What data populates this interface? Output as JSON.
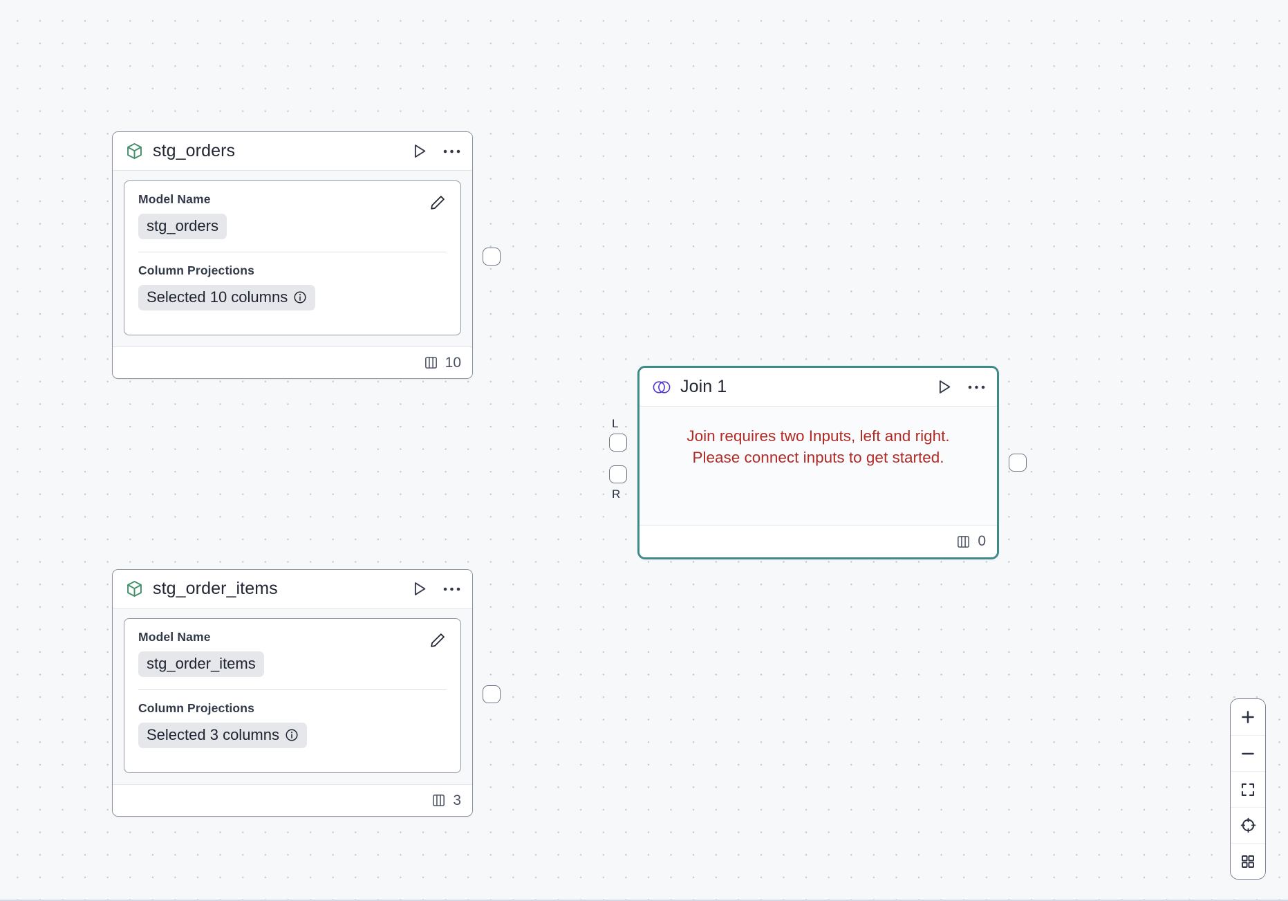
{
  "canvas": {
    "background_color": "#f7f8fa",
    "grid": "dot-grid",
    "grid_dot_color": "#c3c7d1"
  },
  "colors": {
    "selected_border": "#3f8a89",
    "model_icon": "#3f8f68",
    "join_icon": "#4b35d4",
    "warning_text": "#b02a26",
    "chip_background": "#e6e7ea",
    "node_border": "#8a8fa0"
  },
  "nodes": [
    {
      "id": "stg_orders",
      "type": "model",
      "icon": "cube-icon",
      "title": "stg_orders",
      "selected": false,
      "fields": [
        {
          "label": "Model Name",
          "value": "stg_orders",
          "has_info": false
        },
        {
          "label": "Column Projections",
          "value": "Selected 10 columns",
          "has_info": true
        }
      ],
      "footer": {
        "icon": "columns-icon",
        "count": "10"
      },
      "header_actions": [
        {
          "name": "run-button",
          "icon": "play-icon"
        },
        {
          "name": "more-menu-button",
          "icon": "ellipsis-icon"
        }
      ],
      "edit_action": {
        "name": "edit-button",
        "icon": "pencil-icon"
      },
      "output_port": {
        "label": ""
      }
    },
    {
      "id": "stg_order_items",
      "type": "model",
      "icon": "cube-icon",
      "title": "stg_order_items",
      "selected": false,
      "fields": [
        {
          "label": "Model Name",
          "value": "stg_order_items",
          "has_info": false
        },
        {
          "label": "Column Projections",
          "value": "Selected 3 columns",
          "has_info": true
        }
      ],
      "footer": {
        "icon": "columns-icon",
        "count": "3"
      },
      "header_actions": [
        {
          "name": "run-button",
          "icon": "play-icon"
        },
        {
          "name": "more-menu-button",
          "icon": "ellipsis-icon"
        }
      ],
      "edit_action": {
        "name": "edit-button",
        "icon": "pencil-icon"
      },
      "output_port": {
        "label": ""
      }
    },
    {
      "id": "join_1",
      "type": "join",
      "icon": "join-circles-icon",
      "title": "Join 1",
      "selected": true,
      "warning_lines": [
        "Join requires two Inputs, left and right.",
        "Please connect inputs to get started."
      ],
      "footer": {
        "icon": "columns-icon",
        "count": "0"
      },
      "header_actions": [
        {
          "name": "run-button",
          "icon": "play-icon"
        },
        {
          "name": "more-menu-button",
          "icon": "ellipsis-icon"
        }
      ],
      "input_ports": [
        {
          "label": "L",
          "name": "join-input-port-left"
        },
        {
          "label": "R",
          "name": "join-input-port-right"
        }
      ],
      "output_port": {
        "label": ""
      }
    }
  ],
  "zoom_controls": [
    {
      "name": "zoom-in-button",
      "icon": "plus-icon"
    },
    {
      "name": "zoom-out-button",
      "icon": "minus-icon"
    },
    {
      "name": "fit-view-button",
      "icon": "fit-frame-icon"
    },
    {
      "name": "recenter-button",
      "icon": "crosshair-icon"
    },
    {
      "name": "minimap-toggle-button",
      "icon": "grid-squares-icon"
    }
  ]
}
